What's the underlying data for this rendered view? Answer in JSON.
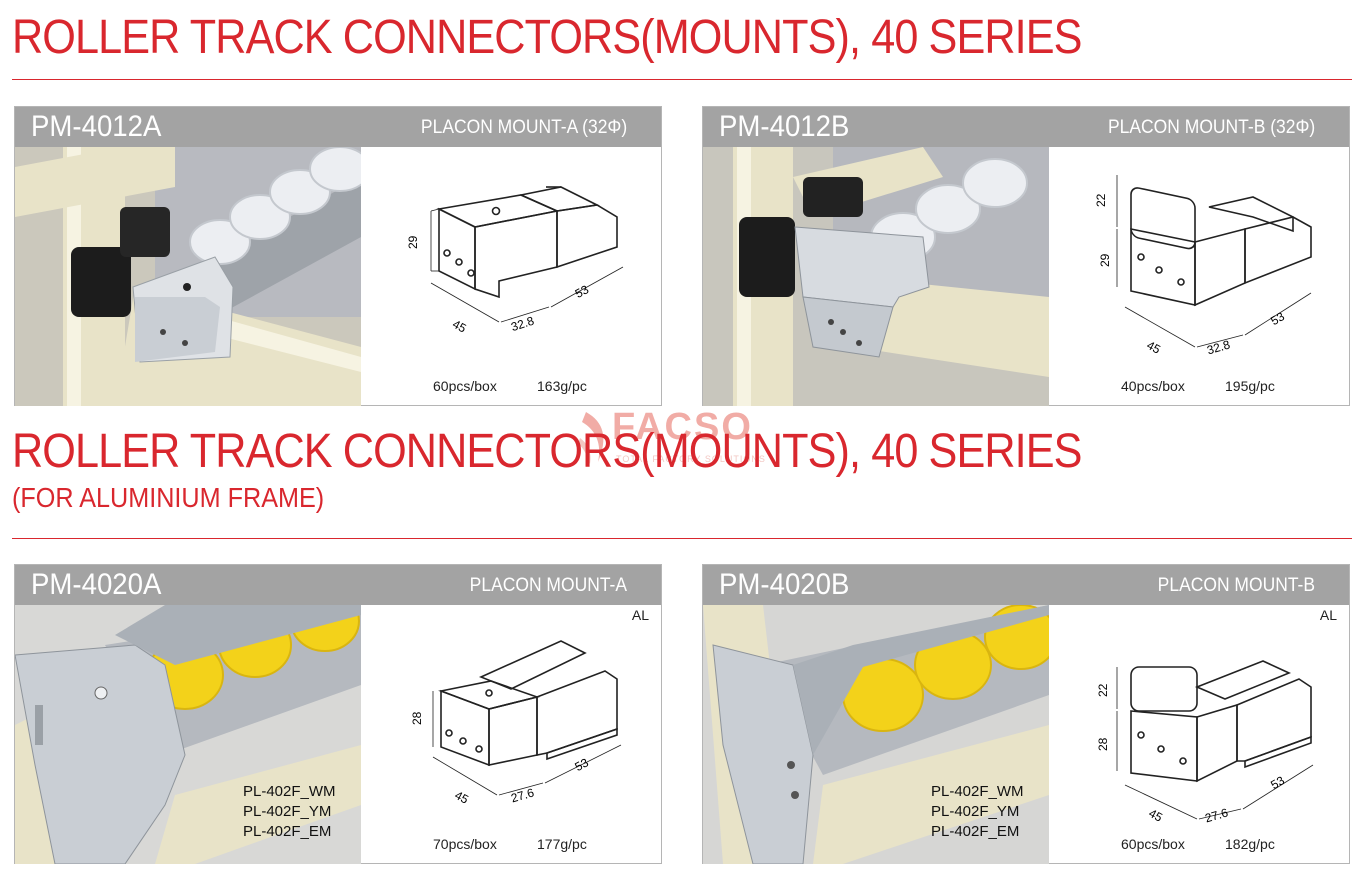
{
  "section1": {
    "title": "ROLLER TRACK CONNECTORS(MOUNTS), 40 SERIES"
  },
  "section2": {
    "title": "ROLLER TRACK CONNECTORS(MOUNTS), 40 SERIES",
    "subtitle": "(FOR ALUMINIUM FRAME)"
  },
  "watermark": {
    "brand": "FACSO",
    "tagline": "TOTAL FACTORY SOLUTIONS"
  },
  "products": [
    {
      "code": "PM-4012A",
      "name": "PLACON MOUNT-A (32Φ)",
      "qty": "60pcs/box",
      "weight": "163g/pc",
      "dims": {
        "height": "29",
        "width": "45",
        "mid": "32.8",
        "length": "53"
      }
    },
    {
      "code": "PM-4012B",
      "name": "PLACON MOUNT-B (32Φ)",
      "qty": "40pcs/box",
      "weight": "195g/pc",
      "dims": {
        "top": "22",
        "height": "29",
        "width": "45",
        "mid": "32.8",
        "length": "53"
      }
    },
    {
      "code": "PM-4020A",
      "name": "PLACON MOUNT-A",
      "material": "AL",
      "qty": "70pcs/box",
      "weight": "177g/pc",
      "compat": [
        "PL-402F_WM",
        "PL-402F_YM",
        "PL-402F_EM"
      ],
      "dims": {
        "height": "28",
        "width": "45",
        "mid": "27.6",
        "length": "53"
      }
    },
    {
      "code": "PM-4020B",
      "name": "PLACON MOUNT-B",
      "material": "AL",
      "qty": "60pcs/box",
      "weight": "182g/pc",
      "compat": [
        "PL-402F_WM",
        "PL-402F_YM",
        "PL-402F_EM"
      ],
      "dims": {
        "top": "22",
        "height": "28",
        "width": "45",
        "mid": "27.6",
        "length": "53"
      }
    }
  ],
  "colors": {
    "accent": "#d9272e",
    "header_bg": "#a3a3a3",
    "pipe_ivory": "#e8e3c8",
    "roller_white": "#eceef2",
    "roller_yellow": "#f3d21a",
    "joint_black": "#1c1c1c",
    "steel": "#c9ced4"
  }
}
